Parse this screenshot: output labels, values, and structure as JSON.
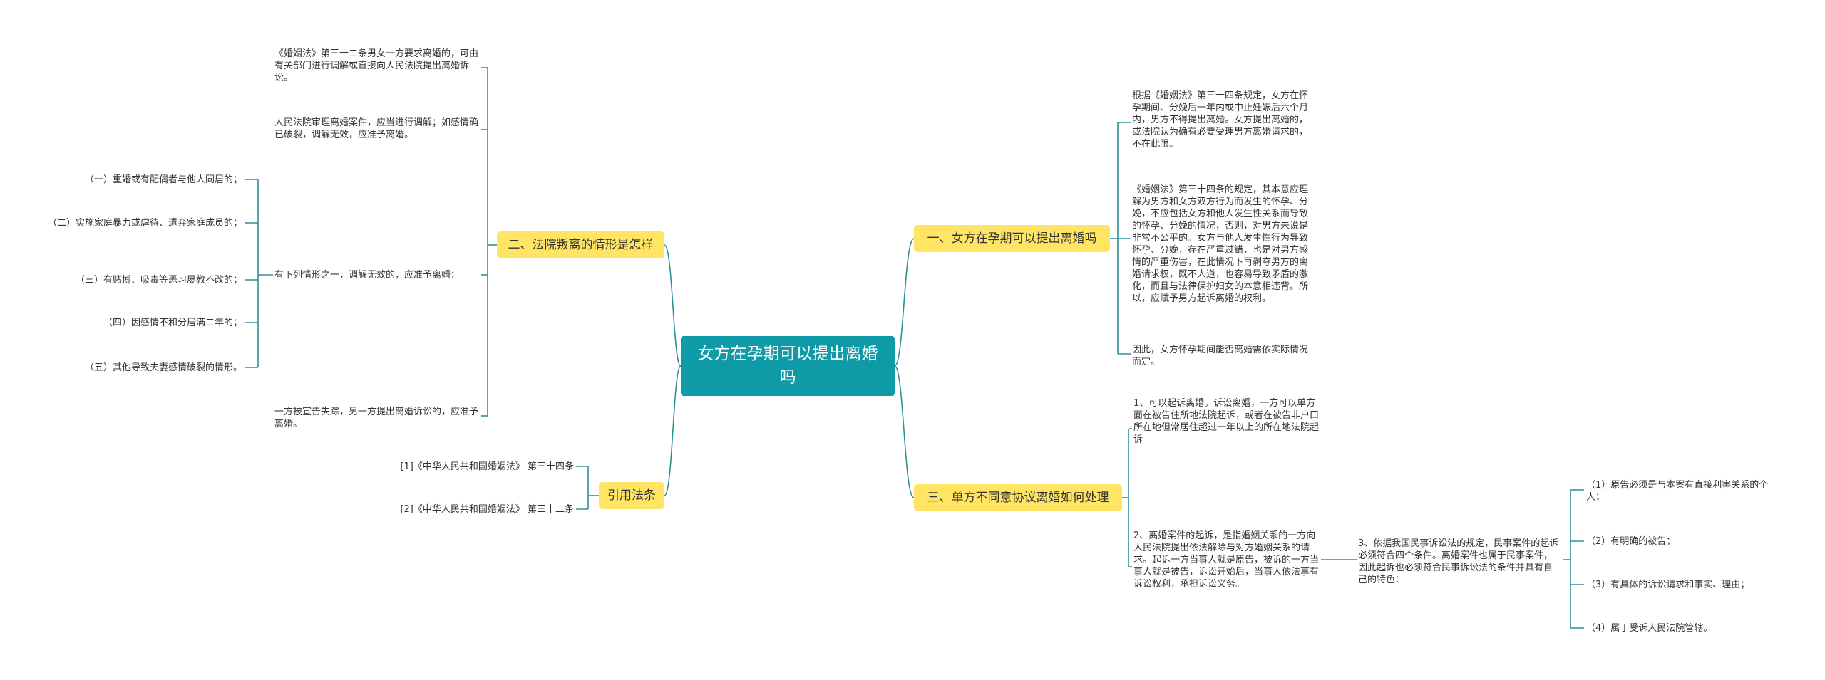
{
  "root": {
    "title": "女方在孕期可以提出离婚吗"
  },
  "branches": {
    "b1": {
      "label": "一、女方在孕期可以提出离婚吗",
      "children": [
        "根据《婚姻法》第三十四条规定，女方在怀孕期间、分娩后一年内或中止妊娠后六个月内，男方不得提出离婚。女方提出离婚的，或法院认为确有必要受理男方离婚请求的，不在此限。",
        "《婚姻法》第三十四条的规定，其本意应理解为男方和女方双方行为而发生的怀孕、分娩，不应包括女方和他人发生性关系而导致的怀孕、分娩的情况，否则，对男方未说是非常不公平的。女方与他人发生性行为导致怀孕、分娩，存在严重过错，也是对男方感情的严重伤害，在此情况下再剥夺男方的离婚请求权，既不人道，也容易导致矛盾的激化，而且与法律保护妇女的本意相违背。所以，应赋予男方起诉离婚的权利。",
        "因此，女方怀孕期间能否离婚需依实际情况而定。"
      ]
    },
    "b2": {
      "label": "二、法院叛离的情形是怎样",
      "children": [
        "《婚姻法》第三十二条男女一方要求离婚的，可由有关部门进行调解或直接向人民法院提出离婚诉讼。",
        "人民法院审理离婚案件，应当进行调解；如感情确已破裂，调解无效，应准予离婚。",
        "有下列情形之一，调解无效的，应准予离婚：",
        "一方被宣告失踪，另一方提出离婚诉讼的，应准予离婚。"
      ],
      "sub_items": [
        "（一）重婚或有配偶者与他人同居的；",
        "（二）实施家庭暴力或虐待、遗弃家庭成员的；",
        "（三）有赌博、吸毒等恶习屡教不改的；",
        "（四）因感情不和分居满二年的；",
        "（五）其他导致夫妻感情破裂的情形。"
      ]
    },
    "b3": {
      "label": "三、单方不同意协议离婚如何处理",
      "children": [
        "1、可以起诉离婚。诉讼离婚，一方可以单方面在被告住所地法院起诉，或者在被告非户口所在地但常居住超过一年以上的所在地法院起诉",
        "2、离婚案件的起诉，是指婚姻关系的一方向人民法院提出依法解除与对方婚姻关系的请求。起诉一方当事人就是原告，被诉的一方当事人就是被告，诉讼开始后，当事人依法享有诉讼权利，承担诉讼义务。"
      ],
      "sub_parent": "3、依据我国民事诉讼法的规定，民事案件的起诉必须符合四个条件。离婚案件也属于民事案件，因此起诉也必须符合民事诉讼法的条件并具有自己的特色：",
      "sub_items": [
        "（1）原告必须是与本案有直接利害关系的个人；",
        "（2）有明确的被告；",
        "（3）有具体的诉讼请求和事实、理由；",
        "（4）属于受诉人民法院管辖。"
      ]
    },
    "b4": {
      "label": "引用法条",
      "children": [
        "[1]《中华人民共和国婚姻法》 第三十四条",
        "[2]《中华人民共和国婚姻法》 第三十二条"
      ]
    }
  },
  "colors": {
    "root": "#0e9aa7",
    "topic": "#ffe563",
    "line": "#2e8f96",
    "text": "#333333"
  }
}
